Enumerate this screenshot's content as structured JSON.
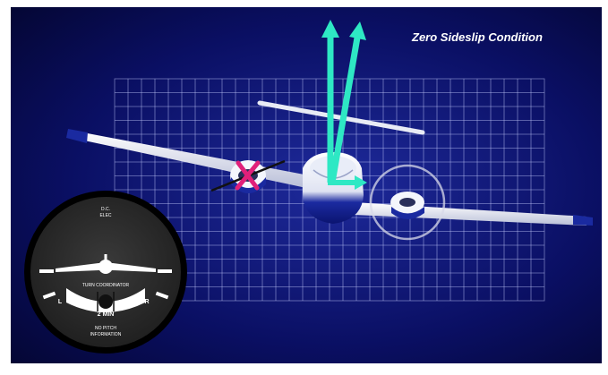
{
  "scene": {
    "title": "Zero Sideslip Condition",
    "colors": {
      "background": "#0a0c5e",
      "grid": "#c8d0ff",
      "vector": "#2ee8c4",
      "x_mark": "#e0207a",
      "wing_tip": "#1a2aa0",
      "aircraft": "#f2f4fa"
    }
  },
  "turn_coordinator": {
    "top_label_1": "D.C.",
    "top_label_2": "ELEC",
    "title": "TURN COORDINATOR",
    "left_label": "L",
    "right_label": "R",
    "time_label": "2 MIN",
    "bottom_label_1": "NO PITCH",
    "bottom_label_2": "INFORMATION",
    "colors": {
      "face": "#2b2b2b",
      "bezel": "#000000",
      "markings": "#ffffff"
    }
  }
}
